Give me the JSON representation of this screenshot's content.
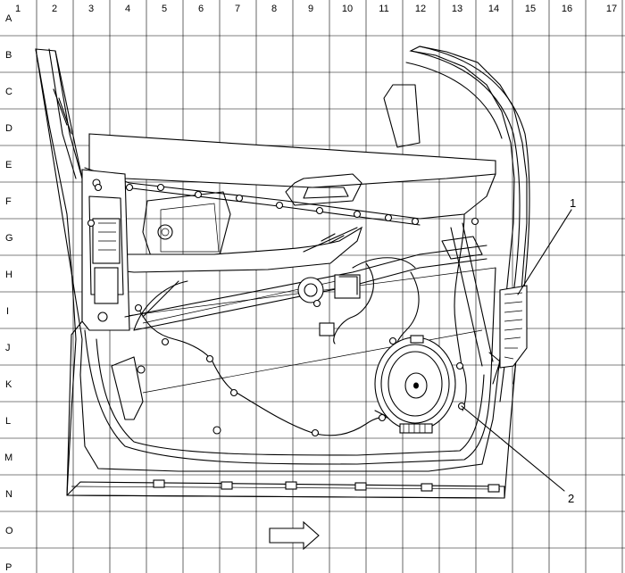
{
  "grid": {
    "columns": [
      "1",
      "2",
      "3",
      "4",
      "5",
      "6",
      "7",
      "8",
      "9",
      "10",
      "11",
      "12",
      "13",
      "14",
      "15",
      "16",
      "17"
    ],
    "rows": [
      "A",
      "B",
      "C",
      "D",
      "E",
      "F",
      "G",
      "H",
      "I",
      "J",
      "K",
      "L",
      "M",
      "N",
      "O",
      "P"
    ]
  },
  "callouts": [
    {
      "id": "1",
      "label": "1"
    },
    {
      "id": "2",
      "label": "2"
    }
  ],
  "icons": [
    "direction-arrow-icon"
  ]
}
